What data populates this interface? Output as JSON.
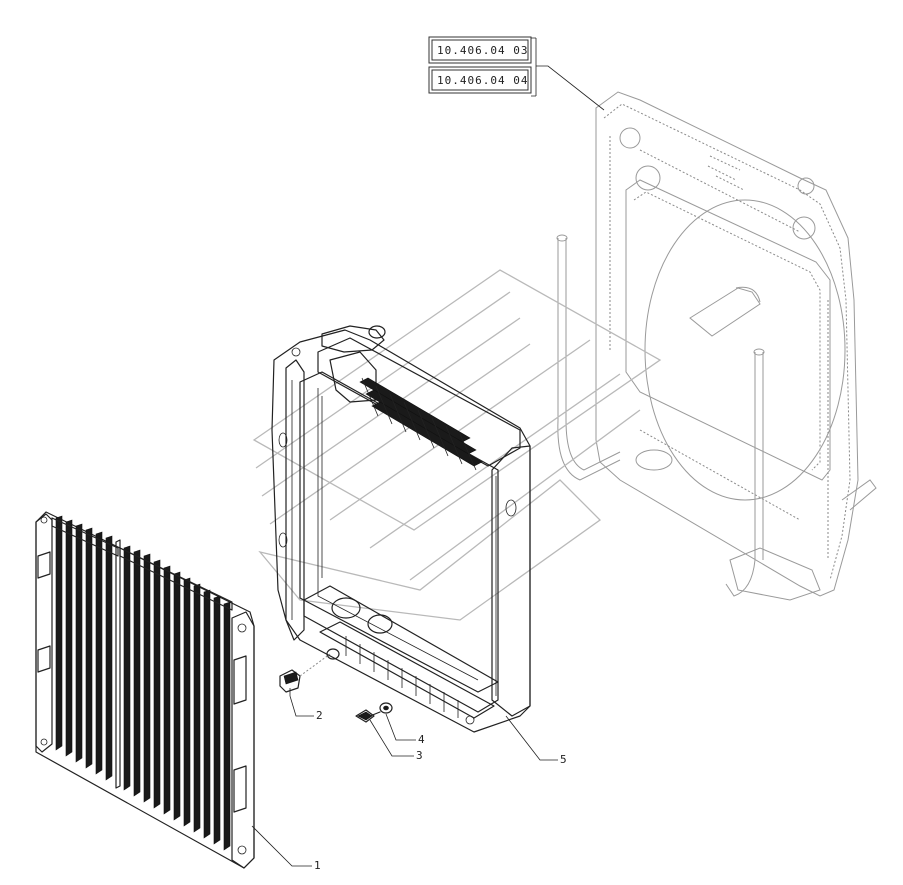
{
  "references": [
    {
      "label": "10.406.04 03"
    },
    {
      "label": "10.406.04 04"
    }
  ],
  "callouts": [
    {
      "number": "1",
      "part": "condenser"
    },
    {
      "number": "2",
      "part": "fitting"
    },
    {
      "number": "3",
      "part": "screw"
    },
    {
      "number": "4",
      "part": "washer"
    },
    {
      "number": "5",
      "part": "radiator"
    }
  ],
  "colors": {
    "line": "#222222",
    "ghost": "#8a8a8a",
    "watermark": "#b9b9b9",
    "background": "#ffffff"
  }
}
